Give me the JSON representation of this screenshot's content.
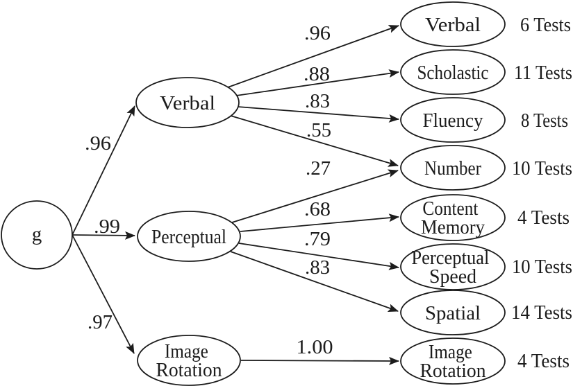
{
  "figure": {
    "kind": "factor-analysis-path-diagram",
    "colors": {
      "ink": "#1c1c1c",
      "paper": "#ffffff"
    },
    "g_node": {
      "label": "g"
    },
    "factors": [
      {
        "id": "verbal",
        "lines": [
          "Verbal"
        ]
      },
      {
        "id": "perceptual",
        "lines": [
          "Perceptual"
        ]
      },
      {
        "id": "image-rotation",
        "lines": [
          "Image",
          "Rotation"
        ]
      }
    ],
    "abilities": [
      {
        "id": "verbal",
        "lines": [
          "Verbal"
        ],
        "tests": "6 Tests"
      },
      {
        "id": "scholastic",
        "lines": [
          "Scholastic"
        ],
        "tests": "11 Tests"
      },
      {
        "id": "fluency",
        "lines": [
          "Fluency"
        ],
        "tests": "8 Tests"
      },
      {
        "id": "number",
        "lines": [
          "Number"
        ],
        "tests": "10 Tests"
      },
      {
        "id": "content-memory",
        "lines": [
          "Content",
          "Memory"
        ],
        "tests": "4 Tests"
      },
      {
        "id": "perceptual-speed",
        "lines": [
          "Perceptual",
          "Speed"
        ],
        "tests": "10 Tests"
      },
      {
        "id": "spatial",
        "lines": [
          "Spatial"
        ],
        "tests": "14 Tests"
      },
      {
        "id": "image-rotation",
        "lines": [
          "Image",
          "Rotation"
        ],
        "tests": "4 Tests"
      }
    ],
    "paths": [
      {
        "from": "g",
        "to": "Verbal",
        "loading": ".96"
      },
      {
        "from": "g",
        "to": "Perceptual",
        "loading": ".99"
      },
      {
        "from": "g",
        "to": "Image Rotation",
        "loading": ".97"
      },
      {
        "from": "Verbal",
        "to": "Verbal",
        "loading": ".96"
      },
      {
        "from": "Verbal",
        "to": "Scholastic",
        "loading": ".88"
      },
      {
        "from": "Verbal",
        "to": "Fluency",
        "loading": ".83"
      },
      {
        "from": "Verbal",
        "to": "Number",
        "loading": ".55"
      },
      {
        "from": "Perceptual",
        "to": "Number",
        "loading": ".27"
      },
      {
        "from": "Perceptual",
        "to": "Content Memory",
        "loading": ".68"
      },
      {
        "from": "Perceptual",
        "to": "Perceptual Speed",
        "loading": ".79"
      },
      {
        "from": "Perceptual",
        "to": "Spatial",
        "loading": ".83"
      },
      {
        "from": "Image Rotation",
        "to": "Image Rotation",
        "loading": "1.00"
      }
    ]
  }
}
